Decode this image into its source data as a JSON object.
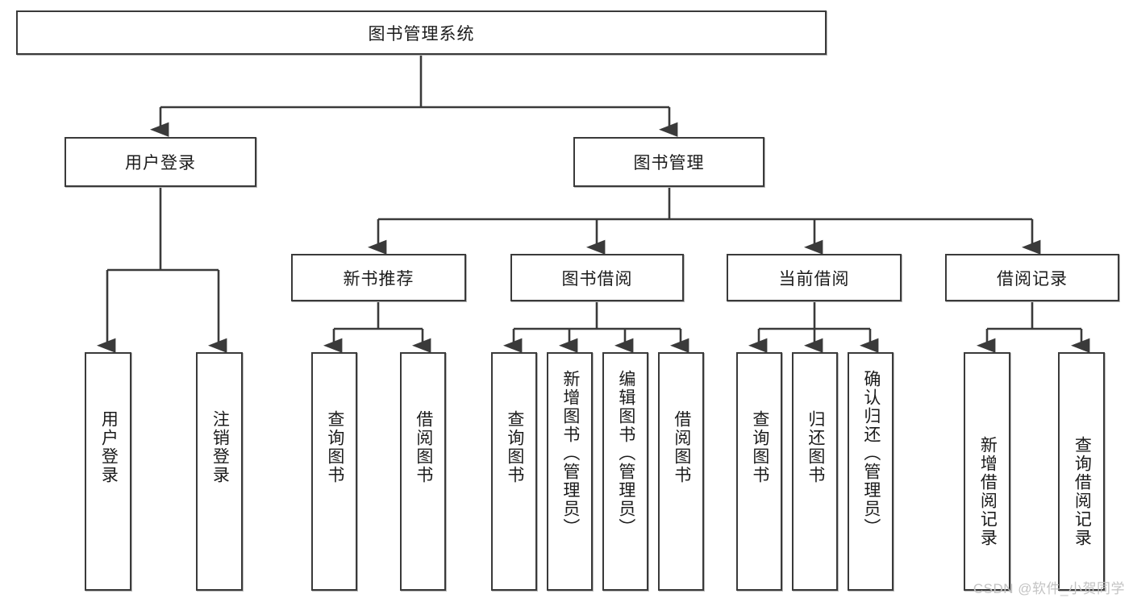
{
  "diagram": {
    "title": "图书管理系统",
    "type": "tree-hierarchy",
    "root": {
      "label": "图书管理系统"
    },
    "level2": [
      {
        "label": "用户登录"
      },
      {
        "label": "图书管理"
      }
    ],
    "level3": [
      {
        "label": "新书推荐"
      },
      {
        "label": "图书借阅"
      },
      {
        "label": "当前借阅"
      },
      {
        "label": "借阅记录"
      }
    ],
    "leaves": {
      "user_login": [
        {
          "label": "用户登录"
        },
        {
          "label": "注销登录"
        }
      ],
      "new_book_recommend": [
        {
          "label": "查询图书"
        },
        {
          "label": "借阅图书"
        }
      ],
      "book_borrow": [
        {
          "label": "查询图书"
        },
        {
          "label": "新增图书（管理员）"
        },
        {
          "label": "编辑图书（管理员）"
        },
        {
          "label": "借阅图书"
        }
      ],
      "current_borrow": [
        {
          "label": "查询图书"
        },
        {
          "label": "归还图书"
        },
        {
          "label": "确认归还（管理员）"
        }
      ],
      "borrow_record": [
        {
          "label": "新增借阅记录"
        },
        {
          "label": "查询借阅记录"
        }
      ]
    },
    "colors": {
      "border": "#3a3a3a",
      "text": "#1b1b1b",
      "background": "#ffffff",
      "watermark": "#c3c3c3"
    }
  },
  "watermark": {
    "text": "CSDN @软件_小贺同学"
  }
}
